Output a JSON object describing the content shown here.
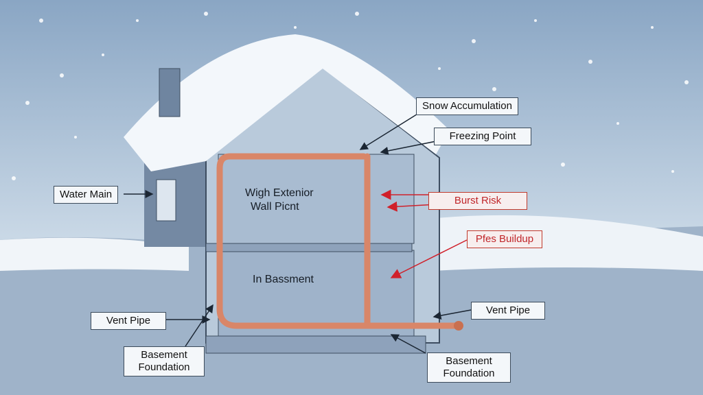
{
  "labels": {
    "snow_accumulation": "Snow Accumulation",
    "freezing_point": "Freezing Point",
    "water_main": "Water Main",
    "burst_risk": "Burst Risk",
    "pipes_buildup": "Pfes Buildup",
    "vent_pipe_left": "Vent Pipe",
    "vent_pipe_right": "Vent Pipe",
    "basement_foundation_left": [
      "Basement",
      "Foundation"
    ],
    "basement_foundation_right": [
      "Basement",
      "Foundation"
    ],
    "wall_point": [
      "Wigh Extenior",
      "Wall Picnt"
    ],
    "in_basement": "In Bassment"
  },
  "colors": {
    "sky": "#a9bfd6",
    "snow": "#f3f7fb",
    "pipe": "#d98668",
    "alert": "#c0262a",
    "wall": "#6f85a0"
  }
}
